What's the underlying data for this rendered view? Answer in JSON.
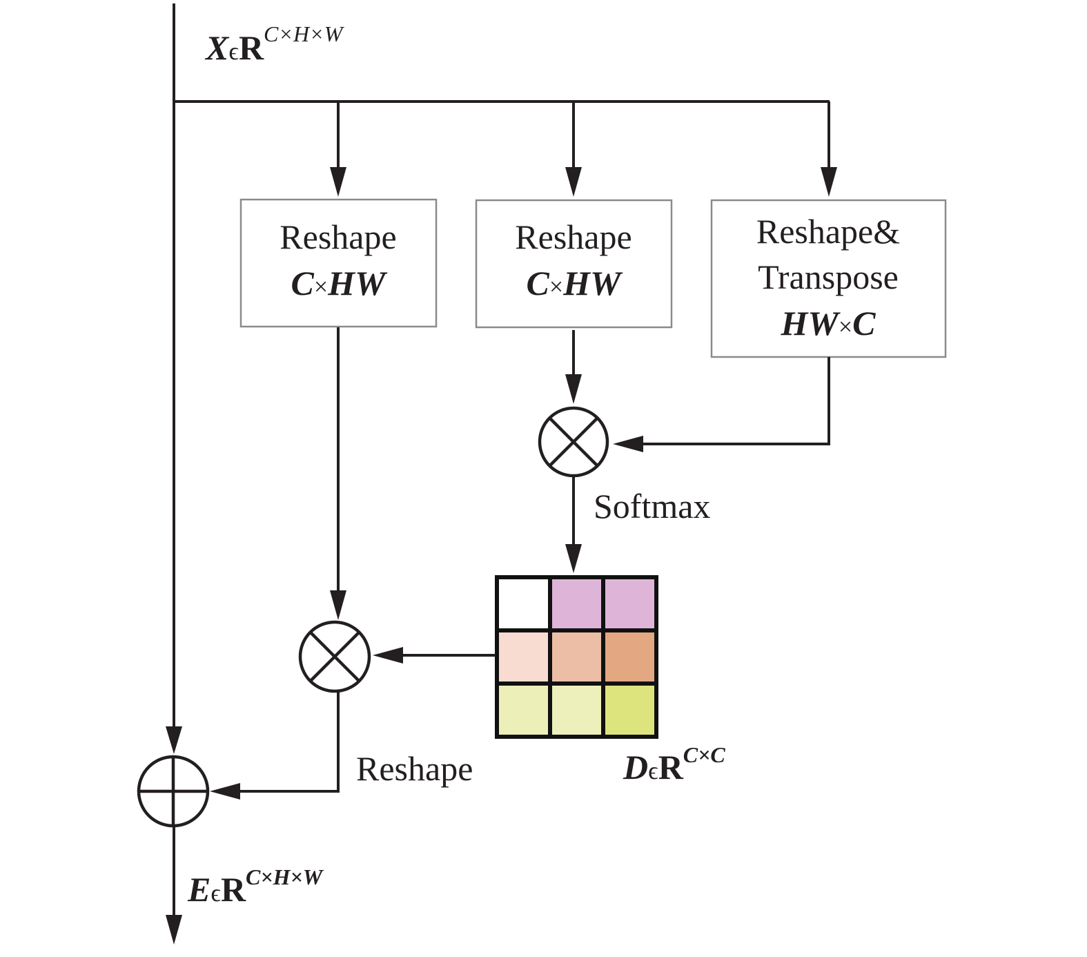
{
  "input_label": {
    "var": "X",
    "in": "ϵ",
    "set": "R",
    "sup": "C×H×W"
  },
  "output_label": {
    "var": "E",
    "in": "ϵ",
    "set": "R",
    "sup": "C×H×W"
  },
  "matrix_label": {
    "var": "D",
    "in": "ϵ",
    "set": "R",
    "sup": "C×C"
  },
  "boxes": [
    {
      "line1": "Reshape",
      "dims_a": "C",
      "times": "×",
      "dims_b": "HW"
    },
    {
      "line1": "Reshape",
      "dims_a": "C",
      "times": "×",
      "dims_b": "HW"
    },
    {
      "line1": "Reshape&",
      "line2": "Transpose",
      "dims_a": "HW",
      "times": "×",
      "dims_b": "C"
    }
  ],
  "softmax_label": "Softmax",
  "reshape_label": "Reshape",
  "matrix_colors": [
    [
      "#ffffff",
      "#deb5d8",
      "#deb5d8"
    ],
    [
      "#f8dcd2",
      "#ecbea6",
      "#e3a782"
    ],
    [
      "#ecefb8",
      "#eef0bc",
      "#dde47e"
    ]
  ]
}
